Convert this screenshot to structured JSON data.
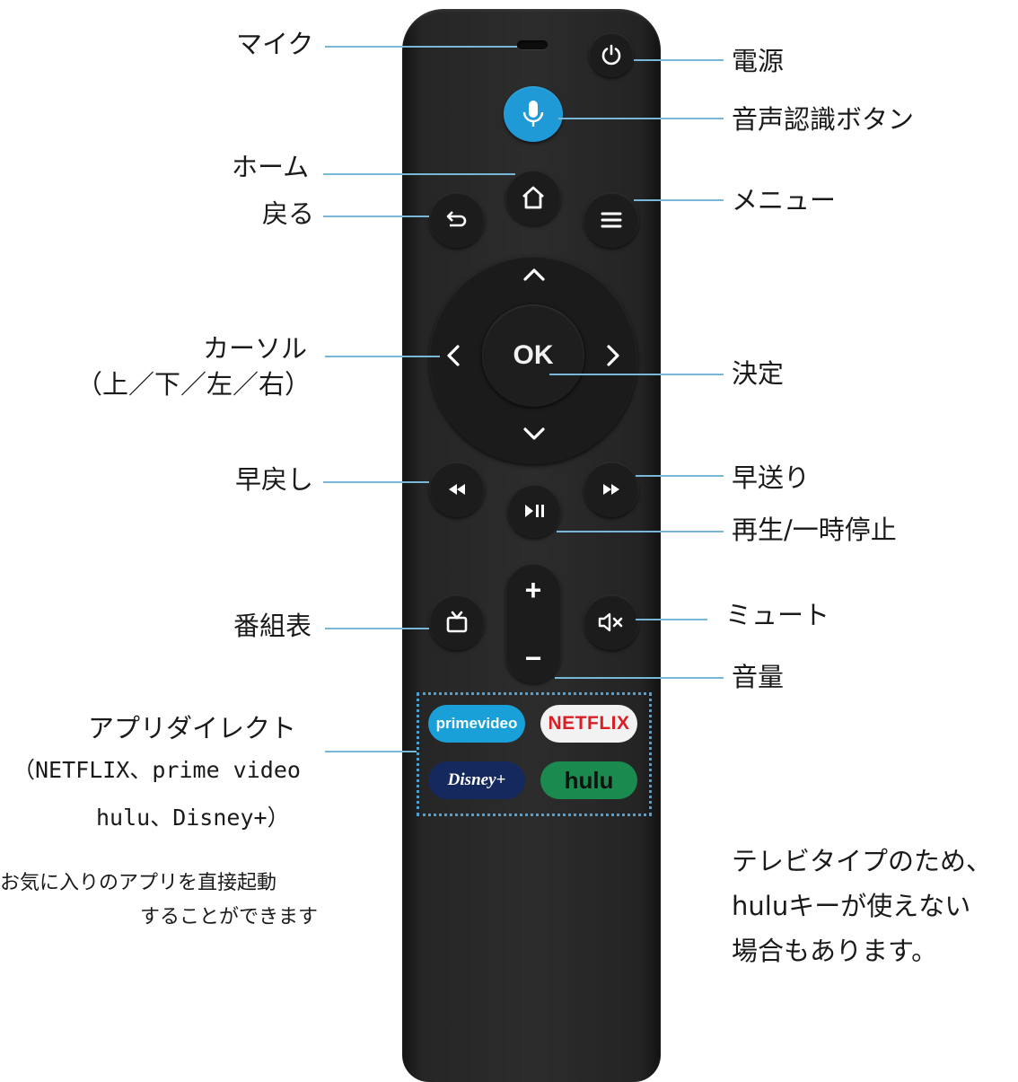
{
  "labels": {
    "mic": "マイク",
    "power": "電源",
    "voice": "音声認識ボタン",
    "home": "ホーム",
    "back": "戻る",
    "menu": "メニュー",
    "cursor": "カーソル",
    "cursor_sub": "（上／下／左／右）",
    "select": "決定",
    "rewind": "早戻し",
    "forward": "早送り",
    "playpause": "再生/一時停止",
    "guide": "番組表",
    "mute": "ミュート",
    "volume": "音量",
    "apps_title": "アプリダイレクト",
    "apps_sub1": "（NETFLIX、prime video",
    "apps_sub2": "hulu、Disney+）",
    "apps_desc1": "お気に入りのアプリを直接起動",
    "apps_desc2": "することができます",
    "note1": "テレビタイプのため、",
    "note2": "huluキーが使えない",
    "note3": "場合もあります。"
  },
  "remote": {
    "ok_label": "OK",
    "vol_plus": "+",
    "vol_minus": "−",
    "apps": {
      "prime": "primevideo",
      "netflix": "NETFLIX",
      "disney": "Disney+",
      "hulu": "hulu"
    }
  },
  "colors": {
    "voice_button": "#1f9ad6",
    "leader_line": "#79b7d8",
    "apps_border": "#4aa3d4",
    "prime_bg": "#1aa0d8",
    "netflix_text": "#d81f26",
    "disney_bg": "#15295e",
    "hulu_bg": "#1a8a4e"
  }
}
